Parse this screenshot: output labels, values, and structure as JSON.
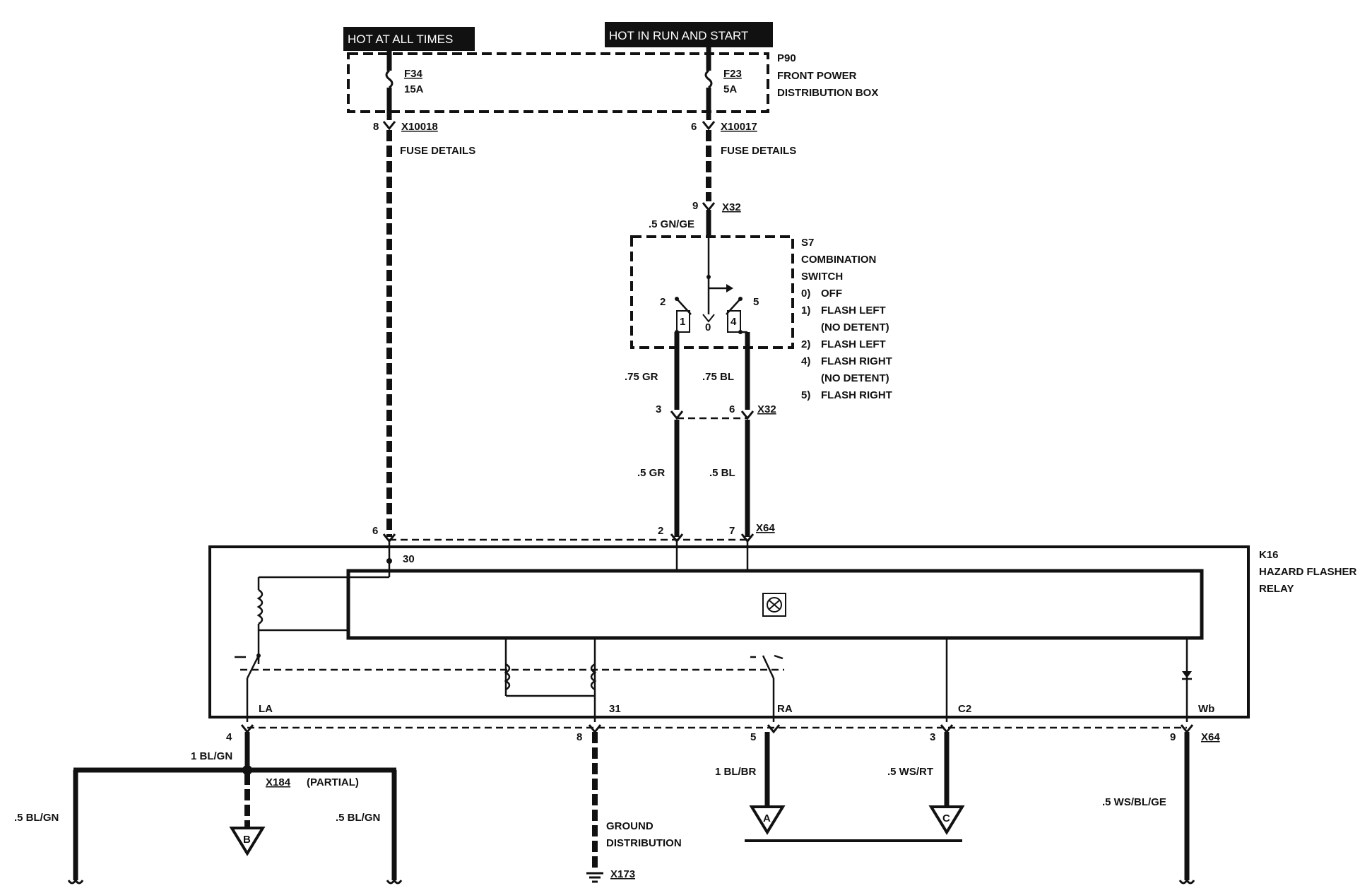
{
  "sources": {
    "hot_at_all_times": "HOT AT ALL TIMES",
    "hot_in_run_and_start": "HOT IN RUN AND START"
  },
  "power_box": {
    "id": "P90",
    "name_line1": "FRONT POWER",
    "name_line2": "DISTRIBUTION BOX",
    "fuse_left": {
      "id": "F34",
      "rating": "15A"
    },
    "fuse_right": {
      "id": "F23",
      "rating": "5A"
    }
  },
  "connectors": {
    "left_top": {
      "pin": "8",
      "id": "X10018",
      "note": "FUSE DETAILS"
    },
    "right_top": {
      "pin": "6",
      "id": "X10017",
      "note": "FUSE DETAILS"
    },
    "x32_top": {
      "pin": "9",
      "id": "X32"
    },
    "x32_mid": {
      "pin_left": "3",
      "pin_right": "6",
      "id": "X32"
    },
    "x64_top": {
      "pin_left": "6",
      "pin_mid": "2",
      "pin_right": "7",
      "id": "X64"
    },
    "x64_bottom": {
      "pins": [
        "4",
        "8",
        "5",
        "3",
        "9"
      ],
      "id": "X64"
    },
    "x184": {
      "id": "X184",
      "note": "(PARTIAL)"
    },
    "ground": {
      "label_line1": "GROUND",
      "label_line2": "DISTRIBUTION",
      "id": "X173"
    }
  },
  "wires": {
    "gn_ge": ".5 GN/GE",
    "gr_75": ".75 GR",
    "bl_75": ".75 BL",
    "gr_5": ".5 GR",
    "bl_5": ".5 BL",
    "bl_gn_1": "1 BL/GN",
    "bl_gn_left": ".5 BL/GN",
    "bl_gn_right": ".5 BL/GN",
    "bl_br": "1 BL/BR",
    "ws_rt": ".5 WS/RT",
    "ws_bl_ge": ".5 WS/BL/GE"
  },
  "switch": {
    "id": "S7",
    "name_line1": "COMBINATION",
    "name_line2": "SWITCH",
    "positions": [
      {
        "num": "0)",
        "text": "OFF"
      },
      {
        "num": "1)",
        "text": "FLASH LEFT"
      },
      {
        "num": "",
        "text": "(NO DETENT)"
      },
      {
        "num": "2)",
        "text": "FLASH LEFT"
      },
      {
        "num": "4)",
        "text": "FLASH RIGHT"
      },
      {
        "num": "",
        "text": "(NO DETENT)"
      },
      {
        "num": "5)",
        "text": "FLASH RIGHT"
      }
    ],
    "terminal_labels": [
      "2",
      "1",
      "0",
      "4",
      "5"
    ]
  },
  "relay": {
    "id": "K16",
    "name_line1": "HAZARD FLASHER",
    "name_line2": "RELAY",
    "terminal_30": "30",
    "terminals_bottom": [
      "LA",
      "31",
      "RA",
      "C2",
      "Wb"
    ]
  },
  "ground_refs": [
    "B",
    "A",
    "C"
  ]
}
